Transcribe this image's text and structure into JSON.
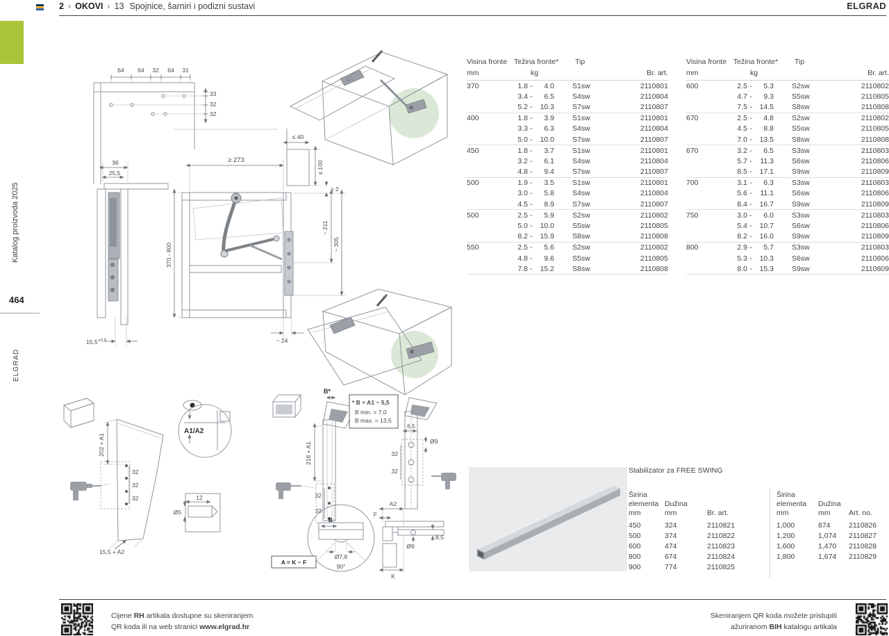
{
  "colors": {
    "accent_green": "#a9c437",
    "highlight_green": "#dce8d7",
    "table_line": "#dcdedf"
  },
  "header": {
    "page": "2",
    "sep": "›",
    "section": "OKOVI",
    "number": "13",
    "title": "Spojnice, šarniri i podizni sustavi",
    "brand": "ELGRAD"
  },
  "sidebar": {
    "catalog": "Katalog proizvoda 2025",
    "page_number": "464",
    "brand": "ELGRAD"
  },
  "spec_table": {
    "headers": {
      "visina1": "Visina fronte",
      "visina2": "mm",
      "tezina1": "Težina fronte*",
      "tezina2": "kg",
      "tip": "Tip",
      "art": "Br. art."
    },
    "left_groups": [
      {
        "h": "370",
        "rows": [
          [
            "1.8",
            "4.0",
            "S1sw",
            "2110801"
          ],
          [
            "3.4",
            "6.5",
            "S4sw",
            "2110804"
          ],
          [
            "5.2",
            "10.3",
            "S7sw",
            "2110807"
          ]
        ]
      },
      {
        "h": "400",
        "rows": [
          [
            "1.8",
            "3.9",
            "S1sw",
            "2110801"
          ],
          [
            "3.3",
            "6.3",
            "S4sw",
            "2110804"
          ],
          [
            "5.0",
            "10.0",
            "S7sw",
            "2110807"
          ]
        ]
      },
      {
        "h": "450",
        "rows": [
          [
            "1.8",
            "3.7",
            "S1sw",
            "2110801"
          ],
          [
            "3.2",
            "6.1",
            "S4sw",
            "2110804"
          ],
          [
            "4.8",
            "9.4",
            "S7sw",
            "2110807"
          ]
        ]
      },
      {
        "h": "500",
        "rows": [
          [
            "1.9",
            "3.5",
            "S1sw",
            "2110801"
          ],
          [
            "3.0",
            "5.8",
            "S4sw",
            "2110804"
          ],
          [
            "4.5",
            "8.9",
            "S7sw",
            "2110807"
          ]
        ]
      },
      {
        "h": "500",
        "rows": [
          [
            "2.5",
            "5.9",
            "S2sw",
            "2110802"
          ],
          [
            "5.0",
            "10.0",
            "S5sw",
            "2110805"
          ],
          [
            "8.2",
            "15.9",
            "S8sw",
            "2110808"
          ]
        ]
      },
      {
        "h": "550",
        "rows": [
          [
            "2.5",
            "5.6",
            "S2sw",
            "2110802"
          ],
          [
            "4.8",
            "9.6",
            "S5sw",
            "2110805"
          ],
          [
            "7.8",
            "15.2",
            "S8sw",
            "2110808"
          ]
        ]
      }
    ],
    "right_groups": [
      {
        "h": "600",
        "rows": [
          [
            "2.5",
            "5.3",
            "S2sw",
            "2110802"
          ],
          [
            "4.7",
            "9.3",
            "S5sw",
            "2110805"
          ],
          [
            "7.5",
            "14.5",
            "S8sw",
            "2110808"
          ]
        ]
      },
      {
        "h": "670",
        "rows": [
          [
            "2.5",
            "4.8",
            "S2sw",
            "2110802"
          ],
          [
            "4.5",
            "8.8",
            "S5sw",
            "2110805"
          ],
          [
            "7.0",
            "13.5",
            "S8sw",
            "2110808"
          ]
        ]
      },
      {
        "h": "670",
        "rows": [
          [
            "3.2",
            "6.5",
            "S3sw",
            "2110803"
          ],
          [
            "5.7",
            "11.3",
            "S6sw",
            "2110806"
          ],
          [
            "8.5",
            "17.1",
            "S9sw",
            "2110809"
          ]
        ]
      },
      {
        "h": "700",
        "rows": [
          [
            "3.1",
            "6.3",
            "S3sw",
            "2110803"
          ],
          [
            "5.6",
            "11.1",
            "S6sw",
            "2110806"
          ],
          [
            "8.4",
            "16.7",
            "S9sw",
            "2110809"
          ]
        ]
      },
      {
        "h": "750",
        "rows": [
          [
            "3.0",
            "6.0",
            "S3sw",
            "2110803"
          ],
          [
            "5.4",
            "10.7",
            "S6sw",
            "2110806"
          ],
          [
            "8.2",
            "16.0",
            "S9sw",
            "2110809"
          ]
        ]
      },
      {
        "h": "800",
        "rows": [
          [
            "2.9",
            "5.7",
            "S3sw",
            "2110803"
          ],
          [
            "5.3",
            "10.3",
            "S6sw",
            "2110806"
          ],
          [
            "8.0",
            "15.3",
            "S9sw",
            "2110809"
          ]
        ]
      }
    ]
  },
  "stabilizator": {
    "title": "Stabilizator za FREE SWING",
    "headers": {
      "sirina1": "Širina",
      "sirina2": "elementa",
      "duzina": "Dužina",
      "mm": "mm",
      "br_art": "Br. art.",
      "art_no": "Art. no."
    },
    "left_rows": [
      [
        "450",
        "324",
        "2110821"
      ],
      [
        "500",
        "374",
        "2110822"
      ],
      [
        "600",
        "474",
        "2110823"
      ],
      [
        "800",
        "674",
        "2110824"
      ],
      [
        "900",
        "774",
        "2110825"
      ]
    ],
    "right_rows": [
      [
        "1,000",
        "874",
        "2110826"
      ],
      [
        "1,200",
        "1,074",
        "2110827"
      ],
      [
        "1,600",
        "1,470",
        "2110828"
      ],
      [
        "1,800",
        "1,674",
        "2110829"
      ]
    ]
  },
  "footer": {
    "l1a": "Cijene ",
    "l1b": "RH",
    "l1c": " artikala dostupne su skeniranjem",
    "l2a": "QR koda ili na web stranici ",
    "l2b": "www.elgrad.hr",
    "r1": "Skeniranjem QR koda možete pristupiti",
    "r2a": "ažuriranom ",
    "r2b": "BIH",
    "r2c": " katalogu artikala"
  },
  "drawings": {
    "a": {
      "d1": "64",
      "d2": "64",
      "d3": "32",
      "d4": "64",
      "d5": "31",
      "r1": "33",
      "r2": "32",
      "r3": "32"
    },
    "c": {
      "w36": "36",
      "w255": "25,5",
      "min273": "≥ 273",
      "max40": "≤ 40",
      "max100": "≤ 100",
      "min2": "≥ 2",
      "h211": "~ 211",
      "h305": "~ 305",
      "range": "370 - 800",
      "d24": "~ 24",
      "d155": "15,5",
      "d155sup": "+0,5"
    },
    "e": {
      "dim202": "202 + A1",
      "s32a": "32",
      "s32b": "32",
      "s32c": "32",
      "dim155": "15,5 + A2",
      "a1a2": "A1/A2",
      "d12": "12",
      "d5": "Ø5"
    },
    "f": {
      "bstar": "B*",
      "dim218": "218 + A1",
      "s32a": "32",
      "s32b": "32",
      "note1": "* B = A1 − 5,5",
      "note2": "B min. = 7,0",
      "note3": "B max. = 13,5",
      "d65": "6,5",
      "d9": "Ø9",
      "r32a": "32",
      "r32b": "32",
      "cb": "B",
      "d78": "Ø7,8",
      "deg90": "90°",
      "akf": "A = K − F",
      "a2": "A2",
      "f": "F",
      "d9b": "Ø9",
      "d85": "8,5",
      "k": "K"
    }
  }
}
